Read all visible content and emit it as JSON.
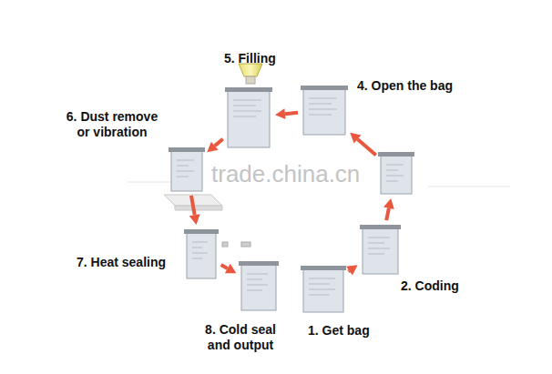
{
  "diagram": {
    "nodes": [
      {
        "text": [
          "1. Get bag"
        ]
      },
      {
        "text": [
          "2. Coding"
        ]
      },
      {
        "text": []
      },
      {
        "text": [
          "4. Open the bag"
        ]
      },
      {
        "text": [
          "5. Filling"
        ]
      },
      {
        "text": [
          "6. Dust remove or vibration"
        ]
      },
      {
        "text": [
          "7. Heat sealing"
        ]
      },
      {
        "text": [
          "8. Cold seal and output"
        ]
      }
    ],
    "edges": [
      {
        "from": 0,
        "to": 1,
        "arrow": "to"
      },
      {
        "from": 1,
        "to": 2,
        "arrow": "to"
      },
      {
        "from": 2,
        "to": 3,
        "arrow": "to"
      },
      {
        "from": 3,
        "to": 4,
        "arrow": "to"
      },
      {
        "from": 4,
        "to": 5,
        "arrow": "to"
      },
      {
        "from": 5,
        "to": 6,
        "arrow": "to"
      },
      {
        "from": 6,
        "to": 7,
        "arrow": "to"
      }
    ],
    "labels": [
      "trade.china.cn"
    ]
  }
}
